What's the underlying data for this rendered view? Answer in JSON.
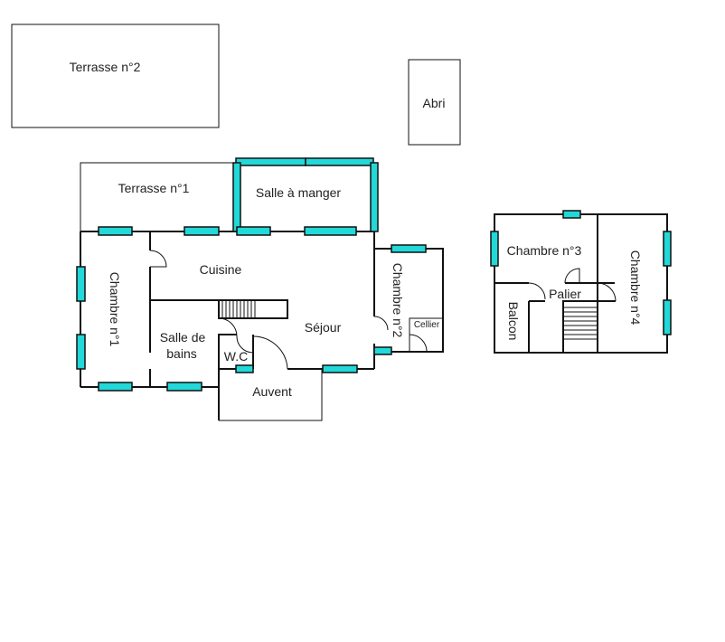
{
  "colors": {
    "window": "#22d8d8",
    "wall": "#111111"
  },
  "rooms": {
    "terrasse2": "Terrasse n°2",
    "abri": "Abri",
    "terrasse1": "Terrasse n°1",
    "salle_manger": "Salle à manger",
    "cuisine": "Cuisine",
    "chambre1": "Chambre n°1",
    "salle_bains_1": "Salle de",
    "salle_bains_2": "bains",
    "wc": "W.C",
    "sejour": "Séjour",
    "chambre2": "Chambre n°2",
    "cellier": "Cellier",
    "auvent": "Auvent",
    "chambre3": "Chambre n°3",
    "chambre4": "Chambre n°4",
    "palier": "Palier",
    "balcon": "Balcon"
  }
}
